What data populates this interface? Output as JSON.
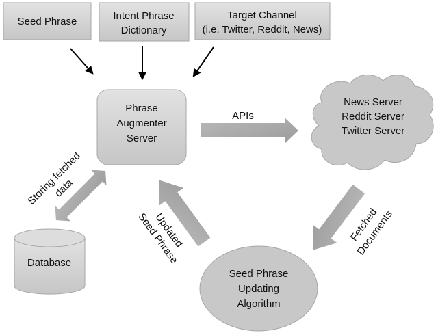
{
  "inputs": {
    "seed_phrase": "Seed Phrase",
    "intent_dictionary": [
      "Intent Phrase",
      "Dictionary"
    ],
    "target_channel": [
      "Target Channel",
      "(i.e. Twitter, Reddit, News)"
    ]
  },
  "augmenter": [
    "Phrase",
    "Augmenter",
    "Server"
  ],
  "servers": [
    "News Server",
    "Reddit Server",
    "Twitter Server"
  ],
  "database": "Database",
  "algorithm": [
    "Seed Phrase",
    "Updating",
    "Algorithm"
  ],
  "edges": {
    "apis": "APIs",
    "storing": [
      "Storing fetched",
      "data"
    ],
    "fetched": [
      "Fetched",
      "Documents"
    ],
    "updated": [
      "Updated",
      "Seed Phrase"
    ]
  },
  "colors": {
    "box_fill_top": "#e4e4e4",
    "box_fill_bottom": "#c4c4c4",
    "box_stroke": "#a6a6a6",
    "arrow_fill": "#a8a8a8",
    "text": "#111111"
  }
}
